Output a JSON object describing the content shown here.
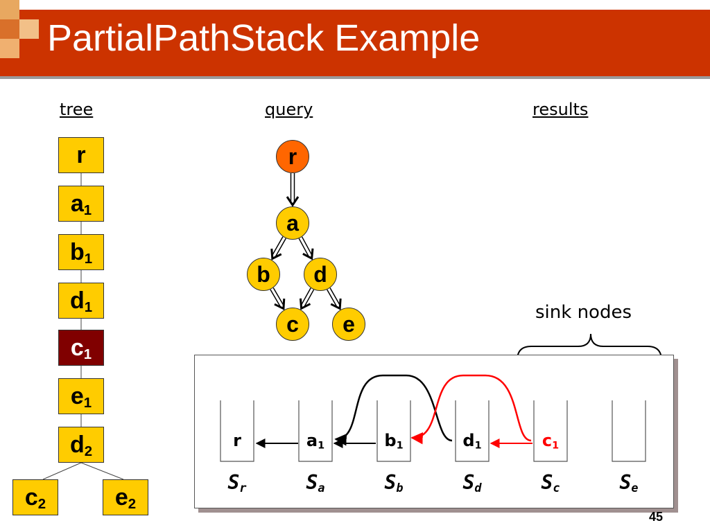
{
  "slide": {
    "title": "PartialPathStack Example",
    "page_number": "45"
  },
  "headers": {
    "tree": "tree",
    "query": "query",
    "results": "results"
  },
  "tree_nodes": [
    {
      "id": "r",
      "letter": "r",
      "sub": "",
      "highlighted": false
    },
    {
      "id": "a1",
      "letter": "a",
      "sub": "1",
      "highlighted": false
    },
    {
      "id": "b1",
      "letter": "b",
      "sub": "1",
      "highlighted": false
    },
    {
      "id": "d1",
      "letter": "d",
      "sub": "1",
      "highlighted": false
    },
    {
      "id": "c1",
      "letter": "c",
      "sub": "1",
      "highlighted": true
    },
    {
      "id": "e1",
      "letter": "e",
      "sub": "1",
      "highlighted": false
    },
    {
      "id": "d2",
      "letter": "d",
      "sub": "2",
      "highlighted": false
    },
    {
      "id": "c2",
      "letter": "c",
      "sub": "2",
      "highlighted": false
    },
    {
      "id": "e2",
      "letter": "e",
      "sub": "2",
      "highlighted": false
    }
  ],
  "query_nodes": [
    {
      "id": "r",
      "label": "r",
      "root": true
    },
    {
      "id": "a",
      "label": "a",
      "root": false
    },
    {
      "id": "b",
      "label": "b",
      "root": false
    },
    {
      "id": "d",
      "label": "d",
      "root": false
    },
    {
      "id": "c",
      "label": "c",
      "root": false
    },
    {
      "id": "e",
      "label": "e",
      "root": false
    }
  ],
  "query_edges": [
    {
      "from": "r",
      "to": "a",
      "type": "double"
    },
    {
      "from": "a",
      "to": "b",
      "type": "double"
    },
    {
      "from": "a",
      "to": "d",
      "type": "double"
    },
    {
      "from": "b",
      "to": "c",
      "type": "double"
    },
    {
      "from": "d",
      "to": "c",
      "type": "double"
    },
    {
      "from": "d",
      "to": "e",
      "type": "double"
    }
  ],
  "sink_label": "sink nodes",
  "stacks": [
    {
      "id": "r",
      "label_main": "S",
      "label_sub": "r",
      "entry_letter": "r",
      "entry_sub": "",
      "entry_color": "#000000"
    },
    {
      "id": "a",
      "label_main": "S",
      "label_sub": "a",
      "entry_letter": "a",
      "entry_sub": "1",
      "entry_color": "#000000"
    },
    {
      "id": "b",
      "label_main": "S",
      "label_sub": "b",
      "entry_letter": "b",
      "entry_sub": "1",
      "entry_color": "#000000"
    },
    {
      "id": "d",
      "label_main": "S",
      "label_sub": "d",
      "entry_letter": "d",
      "entry_sub": "1",
      "entry_color": "#000000"
    },
    {
      "id": "c",
      "label_main": "S",
      "label_sub": "c",
      "entry_letter": "c",
      "entry_sub": "1",
      "entry_color": "#ff0000"
    },
    {
      "id": "e",
      "label_main": "S",
      "label_sub": "e",
      "entry_letter": "",
      "entry_sub": "",
      "entry_color": "#000000"
    }
  ],
  "pointers": [
    {
      "from": "a1",
      "to": "r",
      "color": "#000000"
    },
    {
      "from": "b1",
      "to": "a1",
      "color": "#000000"
    },
    {
      "from": "d1",
      "to": "a1",
      "color": "#000000"
    },
    {
      "from": "c1",
      "to": "d1",
      "color": "#ff0000"
    },
    {
      "from": "c1",
      "to": "b1",
      "color": "#ff0000"
    }
  ],
  "colors": {
    "title_bar": "#cc3300",
    "node_fill": "#ffcc00",
    "highlight_node": "#800000",
    "query_root": "#ff6600",
    "accent_red": "#ff0000"
  }
}
